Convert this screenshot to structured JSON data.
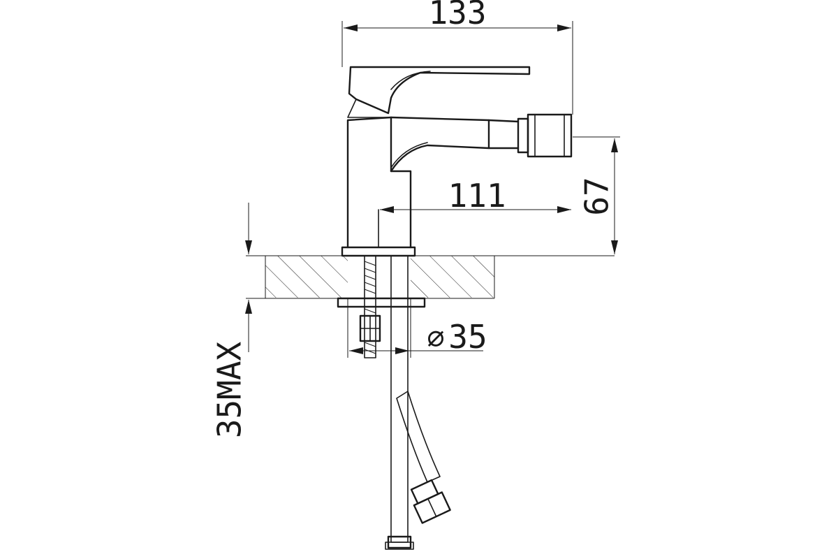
{
  "dimensions": {
    "overall_width": "133",
    "spout_reach": "111",
    "spout_height": "67",
    "hole_diameter_symbol": "⌀",
    "hole_diameter": "35",
    "max_counter_thickness": "35MAX"
  },
  "colors": {
    "line": "#1a1a1a",
    "background": "#ffffff"
  }
}
